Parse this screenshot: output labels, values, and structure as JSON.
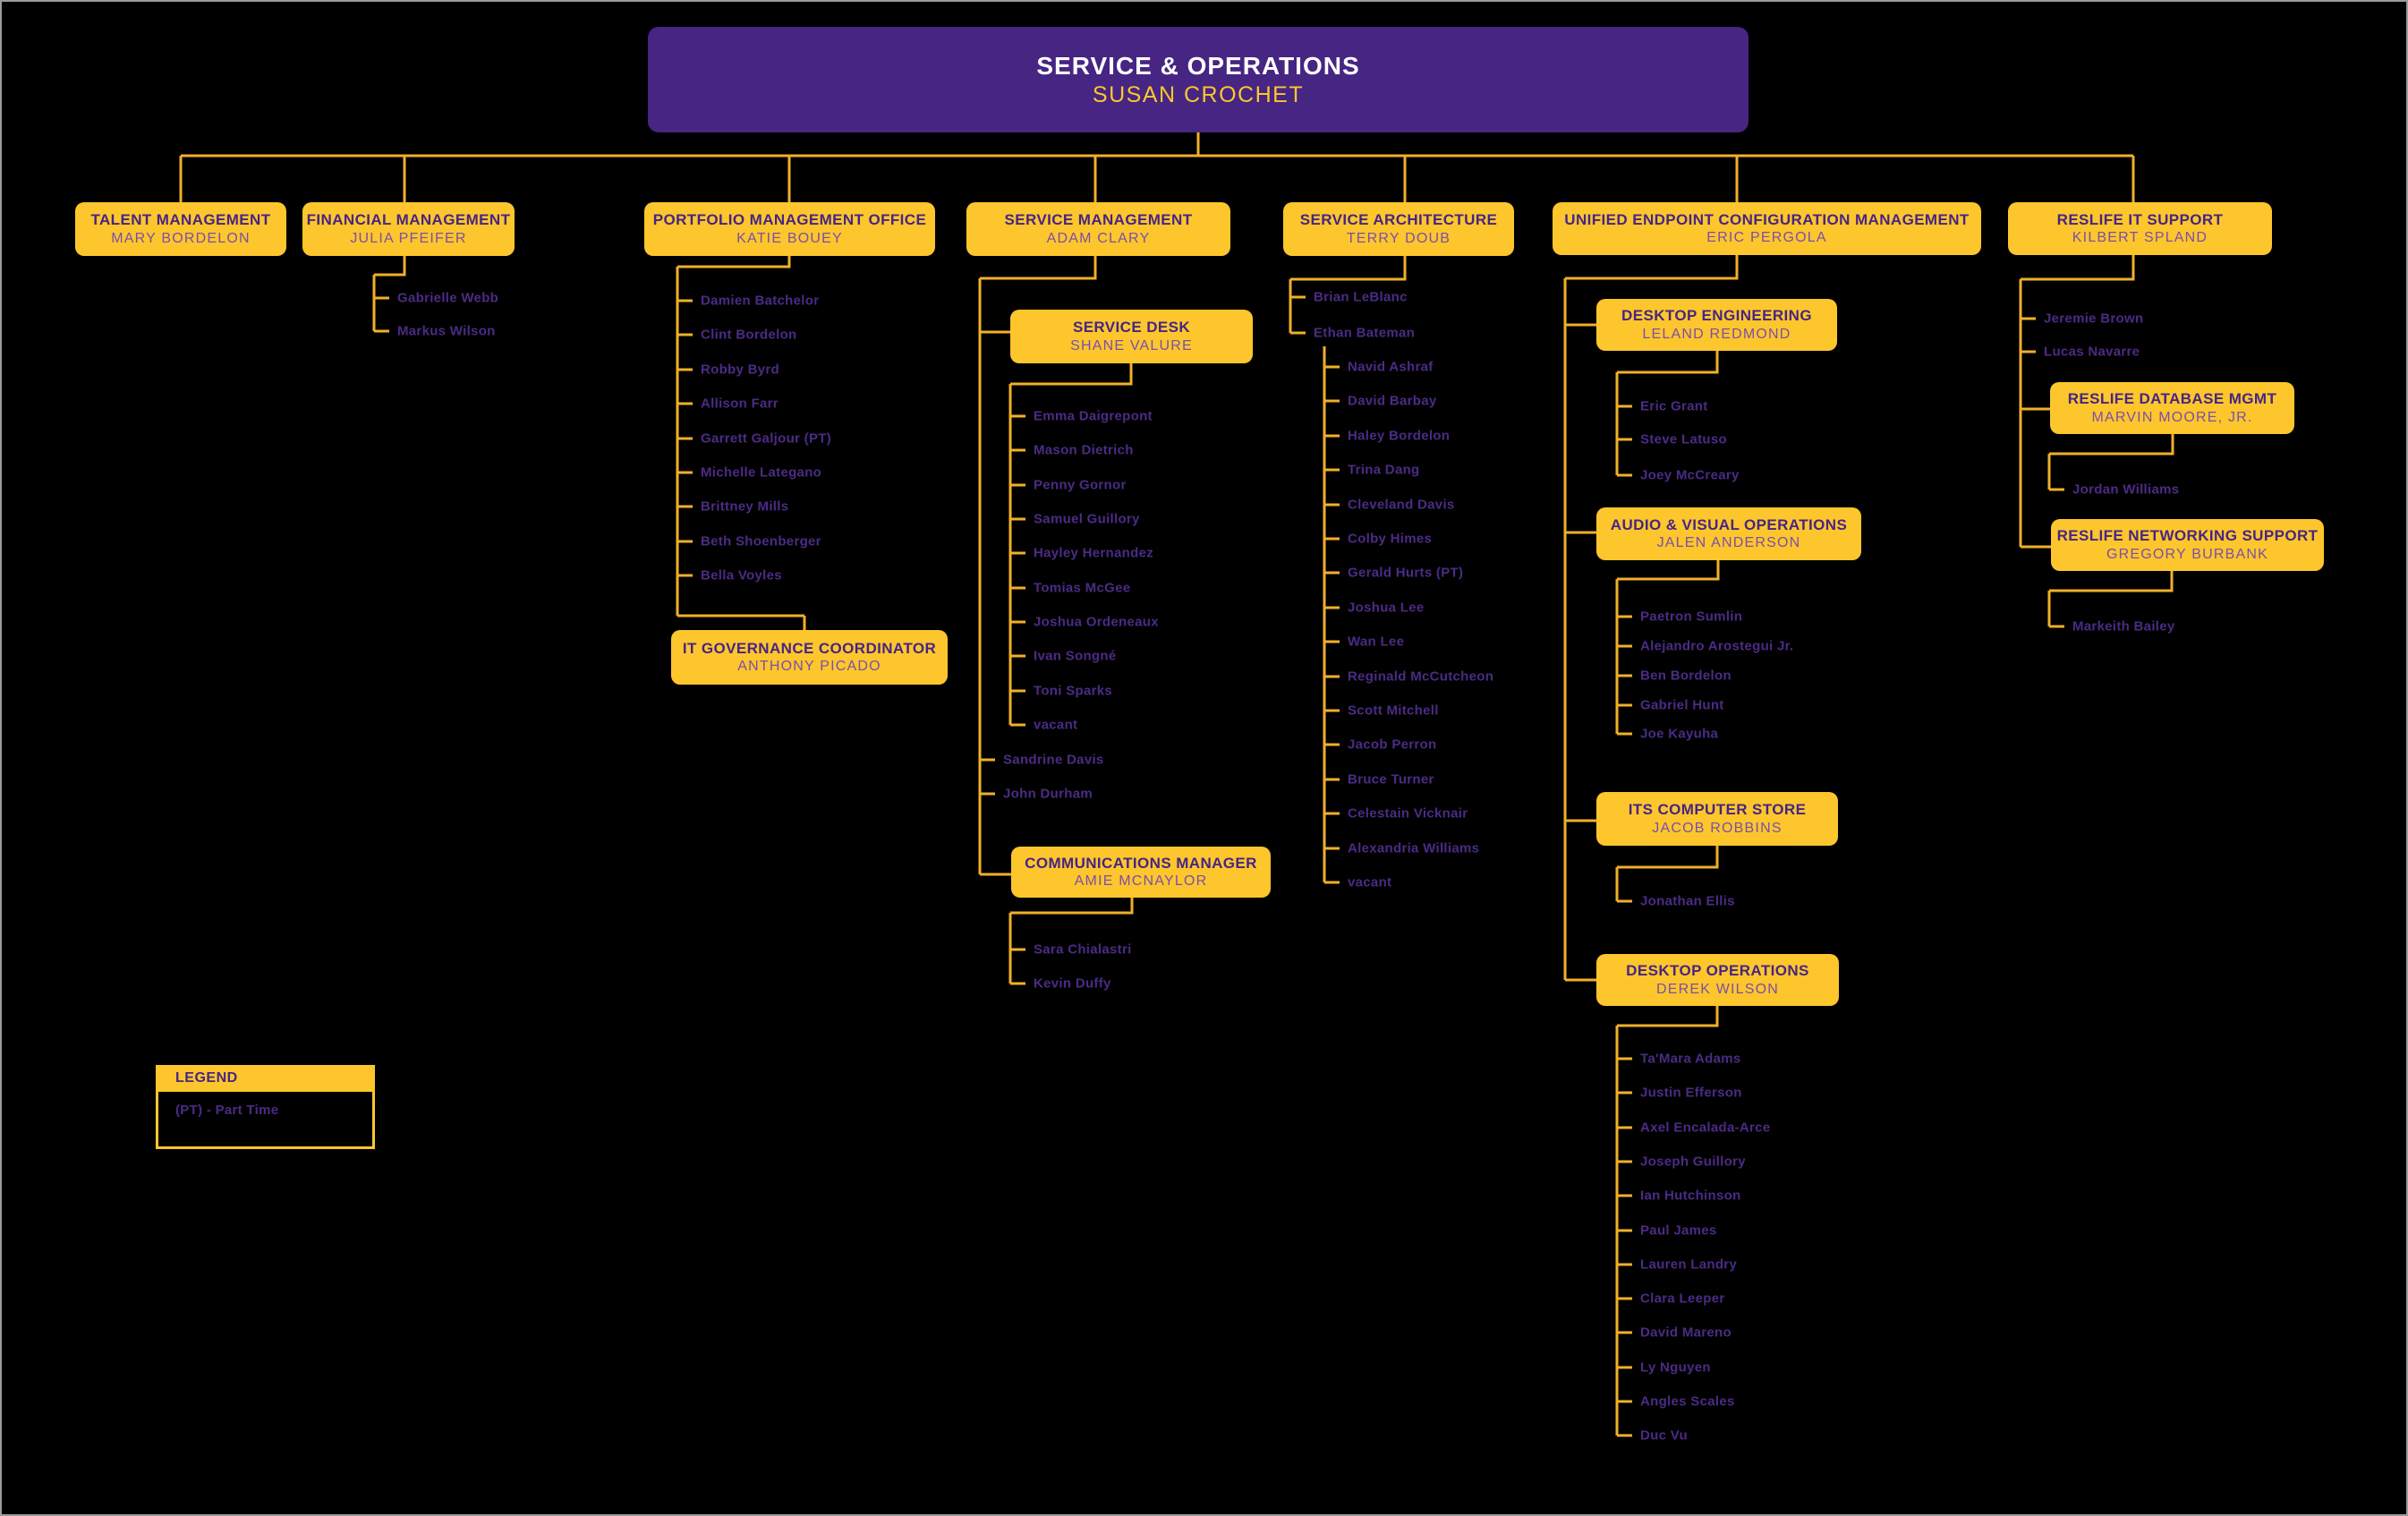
{
  "header": {
    "title": "SERVICE & OPERATIONS",
    "name": "SUSAN CROCHET"
  },
  "legend": {
    "title": "LEGEND",
    "note": "(PT) - Part Time"
  },
  "colors": {
    "background": "#000000",
    "purple": "#462583",
    "gold": "#FDC62D",
    "line": "#F0B028",
    "title": "#462583",
    "subtitle": "#7B4FA8",
    "person": "#4B2B85",
    "header-title": "#FFFFFF",
    "header-name": "#FDC62D"
  },
  "units": {
    "talent": {
      "title": "TALENT MANAGEMENT",
      "name": "MARY BORDELON",
      "people": []
    },
    "financial": {
      "title": "FINANCIAL MANAGEMENT",
      "name": "JULIA PFEIFER",
      "people": [
        "Gabrielle Webb",
        "Markus Wilson"
      ]
    },
    "portfolio": {
      "title": "PORTFOLIO MANAGEMENT OFFICE",
      "name": "KATIE BOUEY",
      "people": [
        "Damien Batchelor",
        "Clint Bordelon",
        "Robby Byrd",
        "Allison Farr",
        "Garrett Galjour (PT)",
        "Michelle Lategano",
        "Brittney Mills",
        "Beth Shoenberger",
        "Bella Voyles"
      ]
    },
    "itgov": {
      "title": "IT GOVERNANCE COORDINATOR",
      "name": "ANTHONY PICADO",
      "people": []
    },
    "service_mgmt": {
      "title": "SERVICE MANAGEMENT",
      "name": "ADAM CLARY",
      "people": [
        "Sandrine Davis",
        "John Durham"
      ]
    },
    "service_desk": {
      "title": "SERVICE DESK",
      "name": "SHANE VALURE",
      "people": [
        "Emma Daigrepont",
        "Mason Dietrich",
        "Penny Gornor",
        "Samuel Guillory",
        "Hayley Hernandez",
        "Tomias McGee",
        "Joshua Ordeneaux",
        "Ivan Songné",
        "Toni Sparks",
        "vacant"
      ]
    },
    "comms": {
      "title": "COMMUNICATIONS MANAGER",
      "name": "AMIE MCNAYLOR",
      "people": [
        "Sara Chialastri",
        "Kevin Duffy"
      ]
    },
    "service_arch": {
      "title": "SERVICE ARCHITECTURE",
      "name": "TERRY DOUB",
      "people": [
        "Brian LeBlanc",
        "Ethan Bateman"
      ]
    },
    "service_arch_team": {
      "people": [
        "Navid Ashraf",
        "David Barbay",
        "Haley Bordelon",
        "Trina Dang",
        "Cleveland Davis",
        "Colby Himes",
        "Gerald Hurts (PT)",
        "Joshua Lee",
        "Wan Lee",
        "Reginald McCutcheon",
        "Scott Mitchell",
        "Jacob Perron",
        "Bruce Turner",
        "Celestain Vicknair",
        "Alexandria Williams",
        "vacant"
      ]
    },
    "uec": {
      "title": "UNIFIED ENDPOINT CONFIGURATION MANAGEMENT",
      "name": "ERIC PERGOLA",
      "people": []
    },
    "desktop_eng": {
      "title": "DESKTOP ENGINEERING",
      "name": "LELAND REDMOND",
      "people": [
        "Eric Grant",
        "Steve Latuso",
        "Joey McCreary"
      ]
    },
    "av_ops": {
      "title": "AUDIO & VISUAL OPERATIONS",
      "name": "JALEN ANDERSON",
      "people": [
        "Paetron Sumlin",
        "Alejandro Arostegui Jr.",
        "Ben Bordelon",
        "Gabriel Hunt",
        "Joe Kayuha"
      ]
    },
    "computer_store": {
      "title": "ITS COMPUTER STORE",
      "name": "JACOB ROBBINS",
      "people": [
        "Jonathan Ellis"
      ]
    },
    "desktop_ops": {
      "title": "DESKTOP OPERATIONS",
      "name": "DEREK WILSON",
      "people": [
        "Ta'Mara Adams",
        "Justin Efferson",
        "Axel Encalada-Arce",
        "Joseph Guillory",
        "Ian Hutchinson",
        "Paul James",
        "Lauren Landry",
        "Clara Leeper",
        "David Mareno",
        "Ly Nguyen",
        "Angles Scales",
        "Duc Vu"
      ]
    },
    "reslife": {
      "title": "RESLIFE IT SUPPORT",
      "name": "KILBERT SPLAND",
      "people": [
        "Jeremie Brown",
        "Lucas Navarre"
      ]
    },
    "reslife_db": {
      "title": "RESLIFE DATABASE MGMT",
      "name": "MARVIN MOORE, JR.",
      "people": [
        "Jordan Williams"
      ]
    },
    "reslife_net": {
      "title": "RESLIFE NETWORKING SUPPORT",
      "name": "GREGORY BURBANK",
      "people": [
        "Markeith Bailey"
      ]
    }
  }
}
